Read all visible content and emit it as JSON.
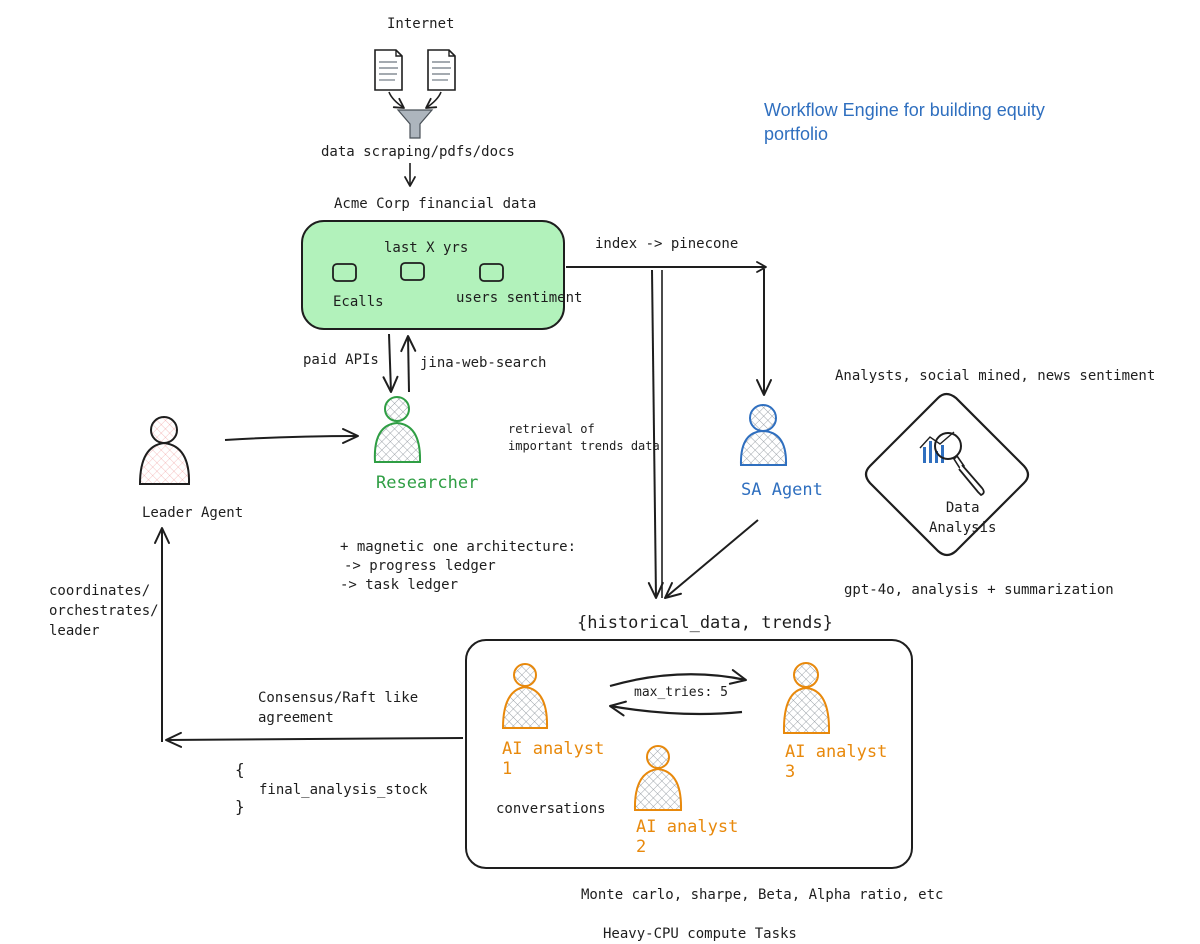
{
  "diagram": {
    "title": "Workflow Engine for building equity portfolio",
    "source": {
      "internet": "Internet",
      "scraping": "data scraping/pdfs/docs",
      "financial_data": "Acme Corp financial data"
    },
    "data_box": {
      "period": "last X yrs",
      "ecalls": "Ecalls",
      "sentiment": "users sentiment"
    },
    "links": {
      "index": "index -> pinecone",
      "paid_apis": "paid APIs",
      "web_search": "jina-web-search",
      "retrieval": "retrieval of\nimportant trends data",
      "consensus": "Consensus/Raft like\nagreement",
      "max_tries": "max_tries: 5"
    },
    "agents": {
      "researcher": "Researcher",
      "leader": "Leader Agent",
      "sa_agent": "SA Agent"
    },
    "notes": {
      "architecture": "+ magnetic one architecture:",
      "progress_ledger": "-> progress ledger",
      "task_ledger": "-> task ledger",
      "leader_role": "coordinates/\norchestrates/\nleader",
      "sa_sources": "Analysts, social mined, news sentiment",
      "data_analysis": "Data\nAnalysis",
      "gpt": "gpt-4o, analysis + summarization",
      "metrics": "Monte carlo, sharpe, Beta, Alpha ratio, etc",
      "compute": "Heavy-CPU compute Tasks"
    },
    "compute_box": {
      "header": "{historical_data, trends}",
      "analyst1": "AI analyst\n1",
      "analyst2": "AI analyst\n2",
      "analyst3": "AI analyst\n3",
      "conversations": "conversations"
    },
    "output": {
      "open_brace": "{",
      "field": "final_analysis_stock",
      "close_brace": "}"
    },
    "colors": {
      "stroke": "#1e1e1e",
      "green_fill": "#b2f2bb",
      "green": "#2f9e44",
      "blue": "#2f6fbf",
      "orange": "#e8890c",
      "pink": "#e03131",
      "gray": "#868e96"
    }
  }
}
